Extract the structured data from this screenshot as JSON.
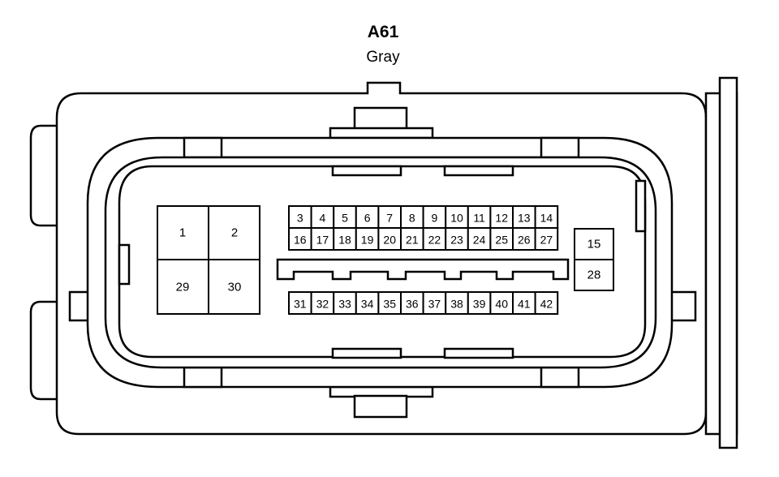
{
  "connector": {
    "id": "A61",
    "color": "Gray"
  },
  "pins": {
    "block_large": [
      "1",
      "2",
      "29",
      "30"
    ],
    "row_top": [
      "3",
      "4",
      "5",
      "6",
      "7",
      "8",
      "9",
      "10",
      "11",
      "12",
      "13",
      "14"
    ],
    "row_mid": [
      "16",
      "17",
      "18",
      "19",
      "20",
      "21",
      "22",
      "23",
      "24",
      "25",
      "26",
      "27"
    ],
    "row_bottom": [
      "31",
      "32",
      "33",
      "34",
      "35",
      "36",
      "37",
      "38",
      "39",
      "40",
      "41",
      "42"
    ],
    "block_side": [
      "15",
      "28"
    ]
  }
}
